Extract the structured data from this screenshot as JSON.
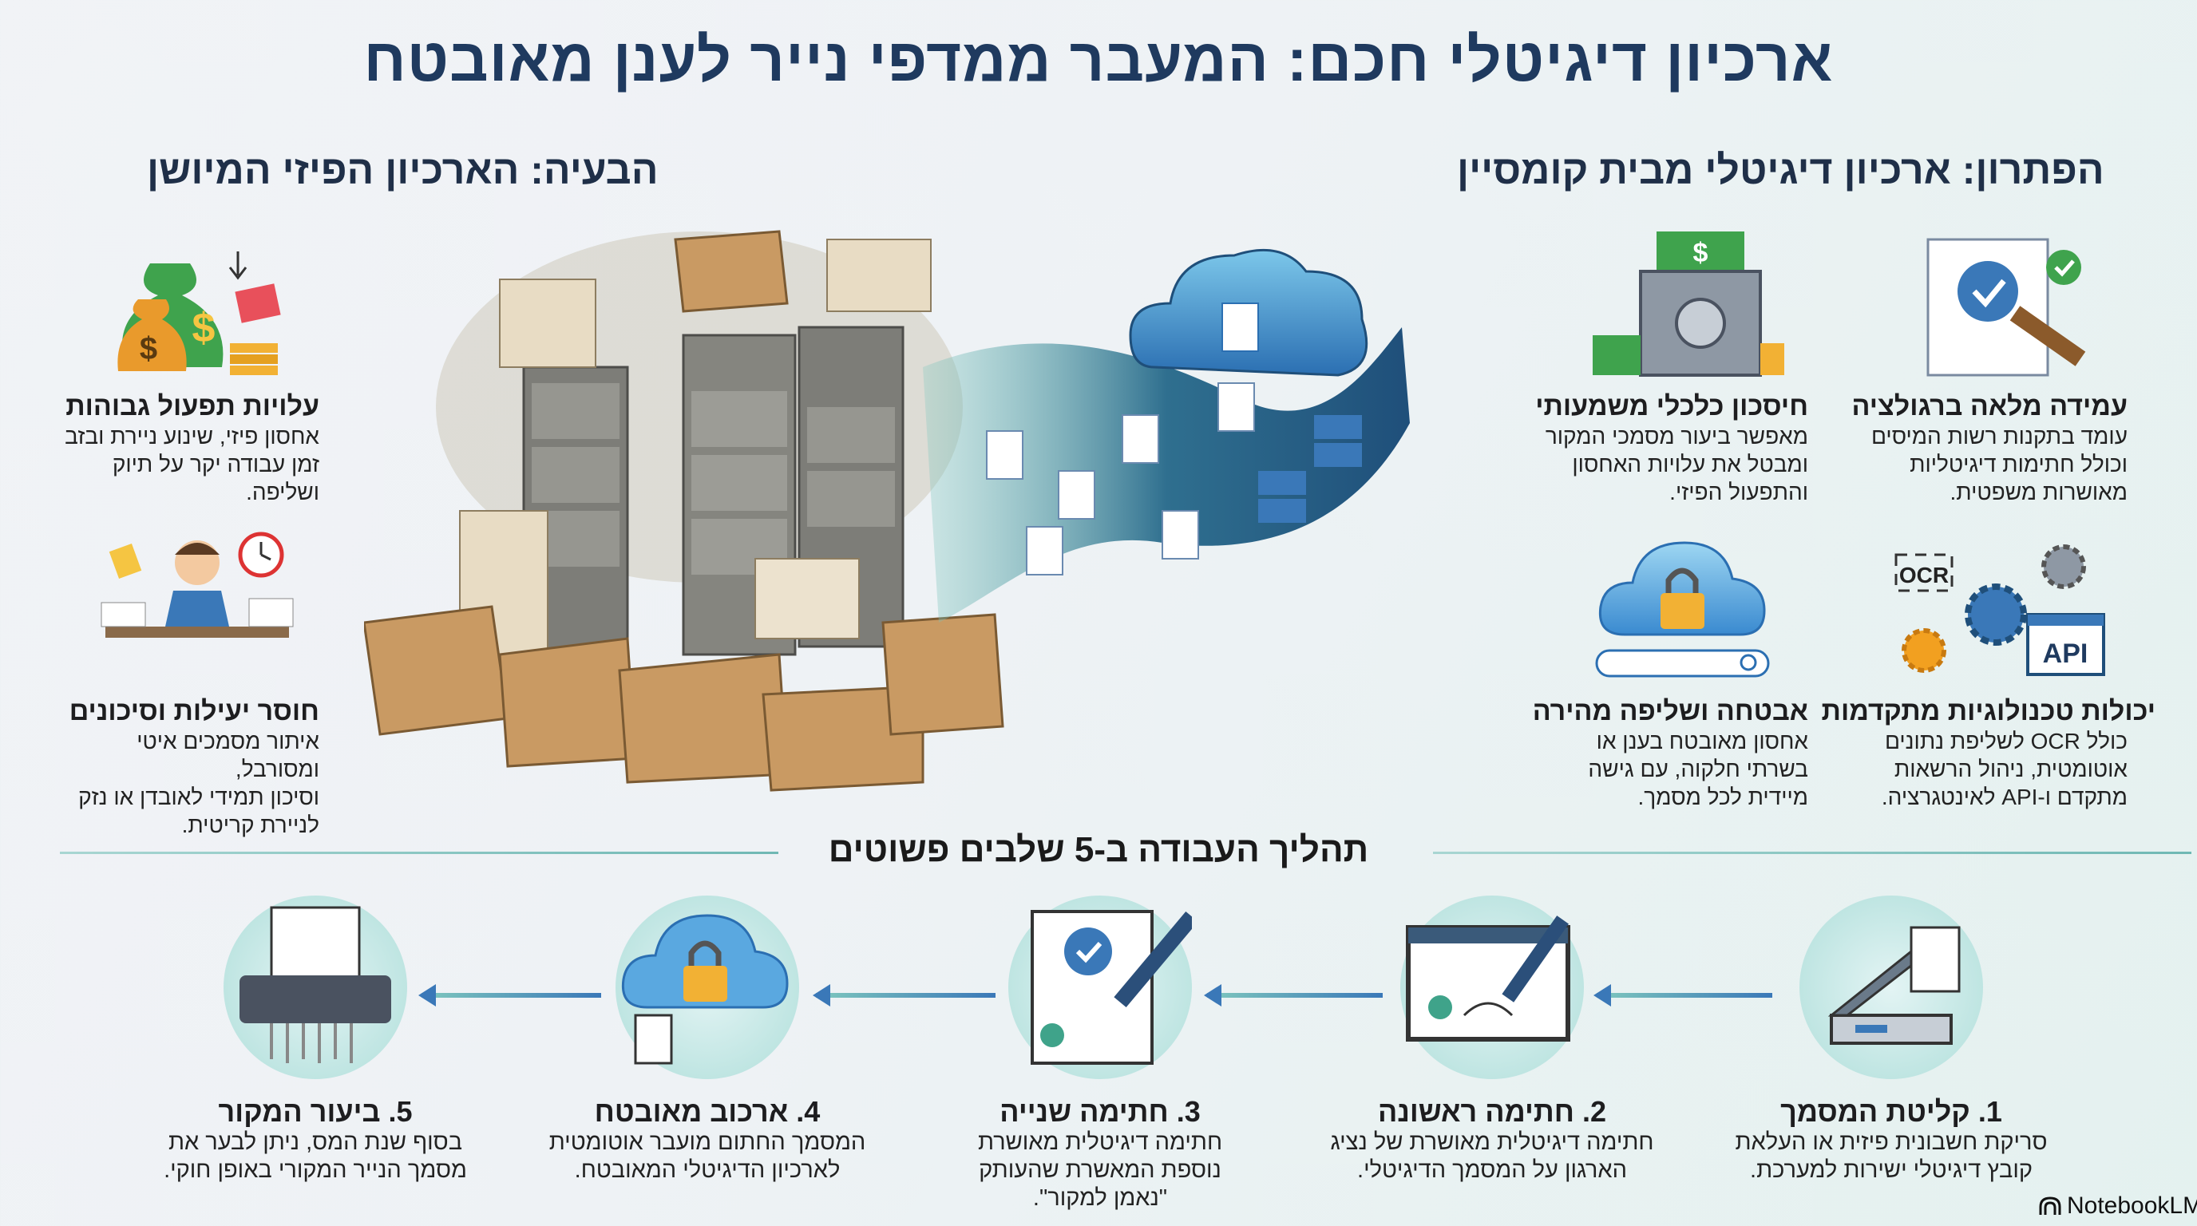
{
  "title": "ארכיון דיגיטלי חכם: המעבר ממדפי נייר לענן מאובטח",
  "problem": {
    "heading": "הבעיה: הארכיון הפיזי המיושן",
    "items": [
      {
        "title": "עלויות תפעול גבוהות",
        "lines": [
          "אחסון פיזי, שינוע ניירת ובזב",
          "זמן עבודה יקר על תיוק",
          "ושליפה."
        ],
        "icon": "money-bags-icon"
      },
      {
        "title": "חוסר יעילות וסיכונים",
        "lines": [
          "איתור מסמכים איטי ומסורבל,",
          "וסיכון תמידי לאובדן או נזק",
          "לניירת קריטית."
        ],
        "icon": "stressed-worker-icon"
      }
    ]
  },
  "solution": {
    "heading": "הפתרון: ארכיון דיגיטלי מבית קומסיין",
    "items": [
      {
        "title": "עמידה מלאה ברגולציה",
        "lines": [
          "עומד בתקנות רשות המיסים",
          "וכולל חתימות דיגיטליות",
          "מאושרות משפטית."
        ],
        "icon": "certificate-gavel-icon"
      },
      {
        "title": "חיסכון כלכלי משמעותי",
        "lines": [
          "מאפשר ביעור מסמכי המקור",
          "ומבטל את עלויות האחסון",
          "והתפעול הפיזי."
        ],
        "icon": "safe-money-icon"
      },
      {
        "title": "יכולות טכנולוגיות מתקדמות",
        "lines": [
          "כולל OCR לשליפת נתונים",
          "אוטומטית, ניהול הרשאות",
          "מתקדם ו-API לאינטגרציה."
        ],
        "icon": "ocr-api-gears-icon",
        "labels": [
          "OCR",
          "API"
        ]
      },
      {
        "title": "אבטחה ושליפה מהירה",
        "lines": [
          "אחסון מאובטח בענן או",
          "בשרתי חלקוה, עם גישה",
          "מיידית לכל מסמך."
        ],
        "icon": "cloud-lock-search-icon"
      }
    ]
  },
  "process": {
    "heading": "תהליך העבודה ב-5 שלבים פשוטים",
    "steps": [
      {
        "title": "1. קליטת המסמך",
        "lines": [
          "סריקת חשבונית פיזית או העלאת",
          "קובץ דיגיטלי ישירות למערכת."
        ],
        "icon": "scanner-icon"
      },
      {
        "title": "2. חתימה ראשונה",
        "lines": [
          "חתימה דיגיטלית מאושרת של נציג",
          "הארגון על המסמך הדיגיטלי."
        ],
        "icon": "screen-signature-icon"
      },
      {
        "title": "3. חתימה שנייה",
        "lines": [
          "חתימה דיגיטלית מאושרת",
          "נוספת המאשרת שהעותק",
          "\"נאמן למקור\"."
        ],
        "icon": "certified-document-pen-icon"
      },
      {
        "title": "4. ארכוב מאובטח",
        "lines": [
          "המסמך החתום מועבר אוטומטית",
          "לארכיון הדיגיטלי המאובטח."
        ],
        "icon": "cloud-lock-icon"
      },
      {
        "title": "5. ביעור המקור",
        "lines": [
          "בסוף שנת המס, ניתן לבער את",
          "מסמך הנייר המקורי באופן חוקי."
        ],
        "icon": "shredder-icon"
      }
    ]
  },
  "branding": "NotebookLM",
  "colors": {
    "title": "#1f3a5f",
    "accent": "#3a78b8",
    "teal": "#7fc8be"
  }
}
